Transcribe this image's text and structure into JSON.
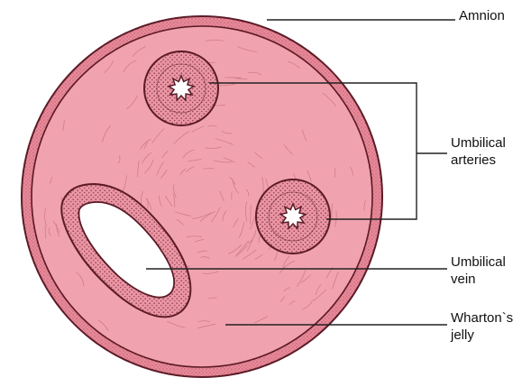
{
  "labels": {
    "amnion": "Amnion",
    "arteries_line1": "Umbilical",
    "arteries_line2": "arteries",
    "vein_line1": "Umbilical",
    "vein_line2": "vein",
    "wharton_line1": "Wharton`s",
    "wharton_line2": "jelly"
  },
  "colors": {
    "tissue_fill": "#f0a3ae",
    "rim_fill": "#e88a99",
    "vessel_wall": "#e995a3",
    "stipple": "#7a2438",
    "outline": "#5a1a26",
    "lumen": "#ffffff",
    "leader_line": "#222222"
  }
}
